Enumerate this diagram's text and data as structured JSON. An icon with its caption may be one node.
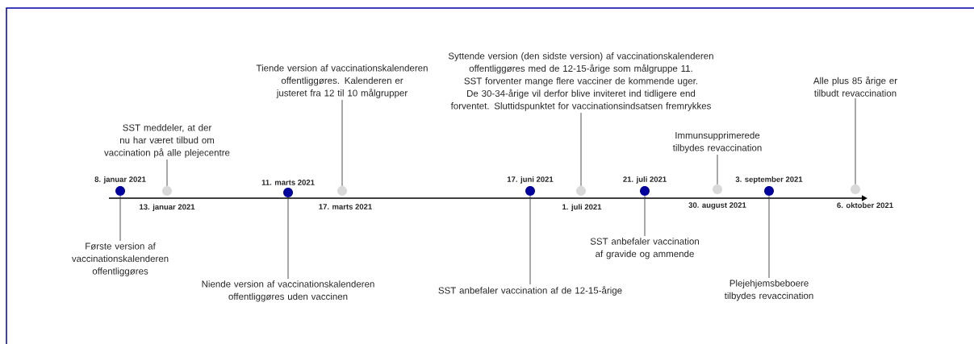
{
  "diagram": {
    "nodes": [
      {
        "text": [],
        "shape": "circle",
        "beside": [
          "8. januar 2021"
        ]
      },
      {
        "text": [
          "Første version af vaccinationskalenderen offentliggøres"
        ]
      },
      {
        "text": [],
        "shape": "circle",
        "beside": [
          "13. januar 2021"
        ]
      },
      {
        "text": [
          "SST meddeler, at der nu har været tilbud om vaccination på alle plejecentre"
        ]
      },
      {
        "text": [],
        "shape": "circle",
        "beside": [
          "11. marts 2021"
        ]
      },
      {
        "text": [
          "Niende version af vaccinationskalenderen offentliggøres uden vaccinen"
        ]
      },
      {
        "text": [],
        "shape": "circle",
        "beside": [
          "17. marts 2021"
        ]
      },
      {
        "text": [
          "Tiende version af vaccinationskalenderen offentliggøres. Kalenderen er justeret fra 12 til 10 målgrupper"
        ]
      },
      {
        "text": [],
        "shape": "circle",
        "beside": [
          "17. juni 2021"
        ]
      },
      {
        "text": [
          "SST anbefaler vaccination af de 12-15-årige"
        ]
      },
      {
        "text": [],
        "shape": "circle",
        "beside": [
          "1. juli 2021"
        ]
      },
      {
        "text": [
          "Syttende version (den sidste version) af vaccinationskalenderen offentliggøres med de 12-15-årige som målgruppe 11. SST forventer mange flere vacciner de kommende uger. De 30-34-årige vil derfor blive inviteret ind tidligere end forventet. Sluttidspunktet for vaccinationsindsatsen fremrykkes"
        ]
      },
      {
        "text": [],
        "shape": "circle",
        "beside": [
          "21. juli 2021"
        ]
      },
      {
        "text": [
          "SST anbefaler vaccination af gravide og ammende"
        ]
      },
      {
        "text": [],
        "shape": "circle",
        "beside": [
          "30. august 2021"
        ]
      },
      {
        "text": [
          "Immunsupprimerede tilbydes revaccination"
        ]
      },
      {
        "text": [],
        "shape": "circle",
        "beside": [
          "3. september 2021"
        ]
      },
      {
        "text": [
          "Plejehjemsbeboere tilbydes revaccination"
        ]
      },
      {
        "text": [],
        "shape": "circle",
        "beside": [
          "6. oktober 2021"
        ]
      },
      {
        "text": [
          "Alle plus 85 årige er tilbudt revaccination"
        ]
      }
    ],
    "edges": [
      {
        "from": 1,
        "to": 0,
        "arrow": "none"
      },
      {
        "from": 3,
        "to": 2,
        "arrow": "none"
      },
      {
        "from": 5,
        "to": 4,
        "arrow": "none"
      },
      {
        "from": 7,
        "to": 6,
        "arrow": "none"
      },
      {
        "from": 9,
        "to": 8,
        "arrow": "none"
      },
      {
        "from": 11,
        "to": 10,
        "arrow": "none"
      },
      {
        "from": 13,
        "to": 12,
        "arrow": "none"
      },
      {
        "from": 15,
        "to": 14,
        "arrow": "none"
      },
      {
        "from": 17,
        "to": 16,
        "arrow": "none"
      },
      {
        "from": 19,
        "to": 18,
        "arrow": "none"
      }
    ]
  }
}
